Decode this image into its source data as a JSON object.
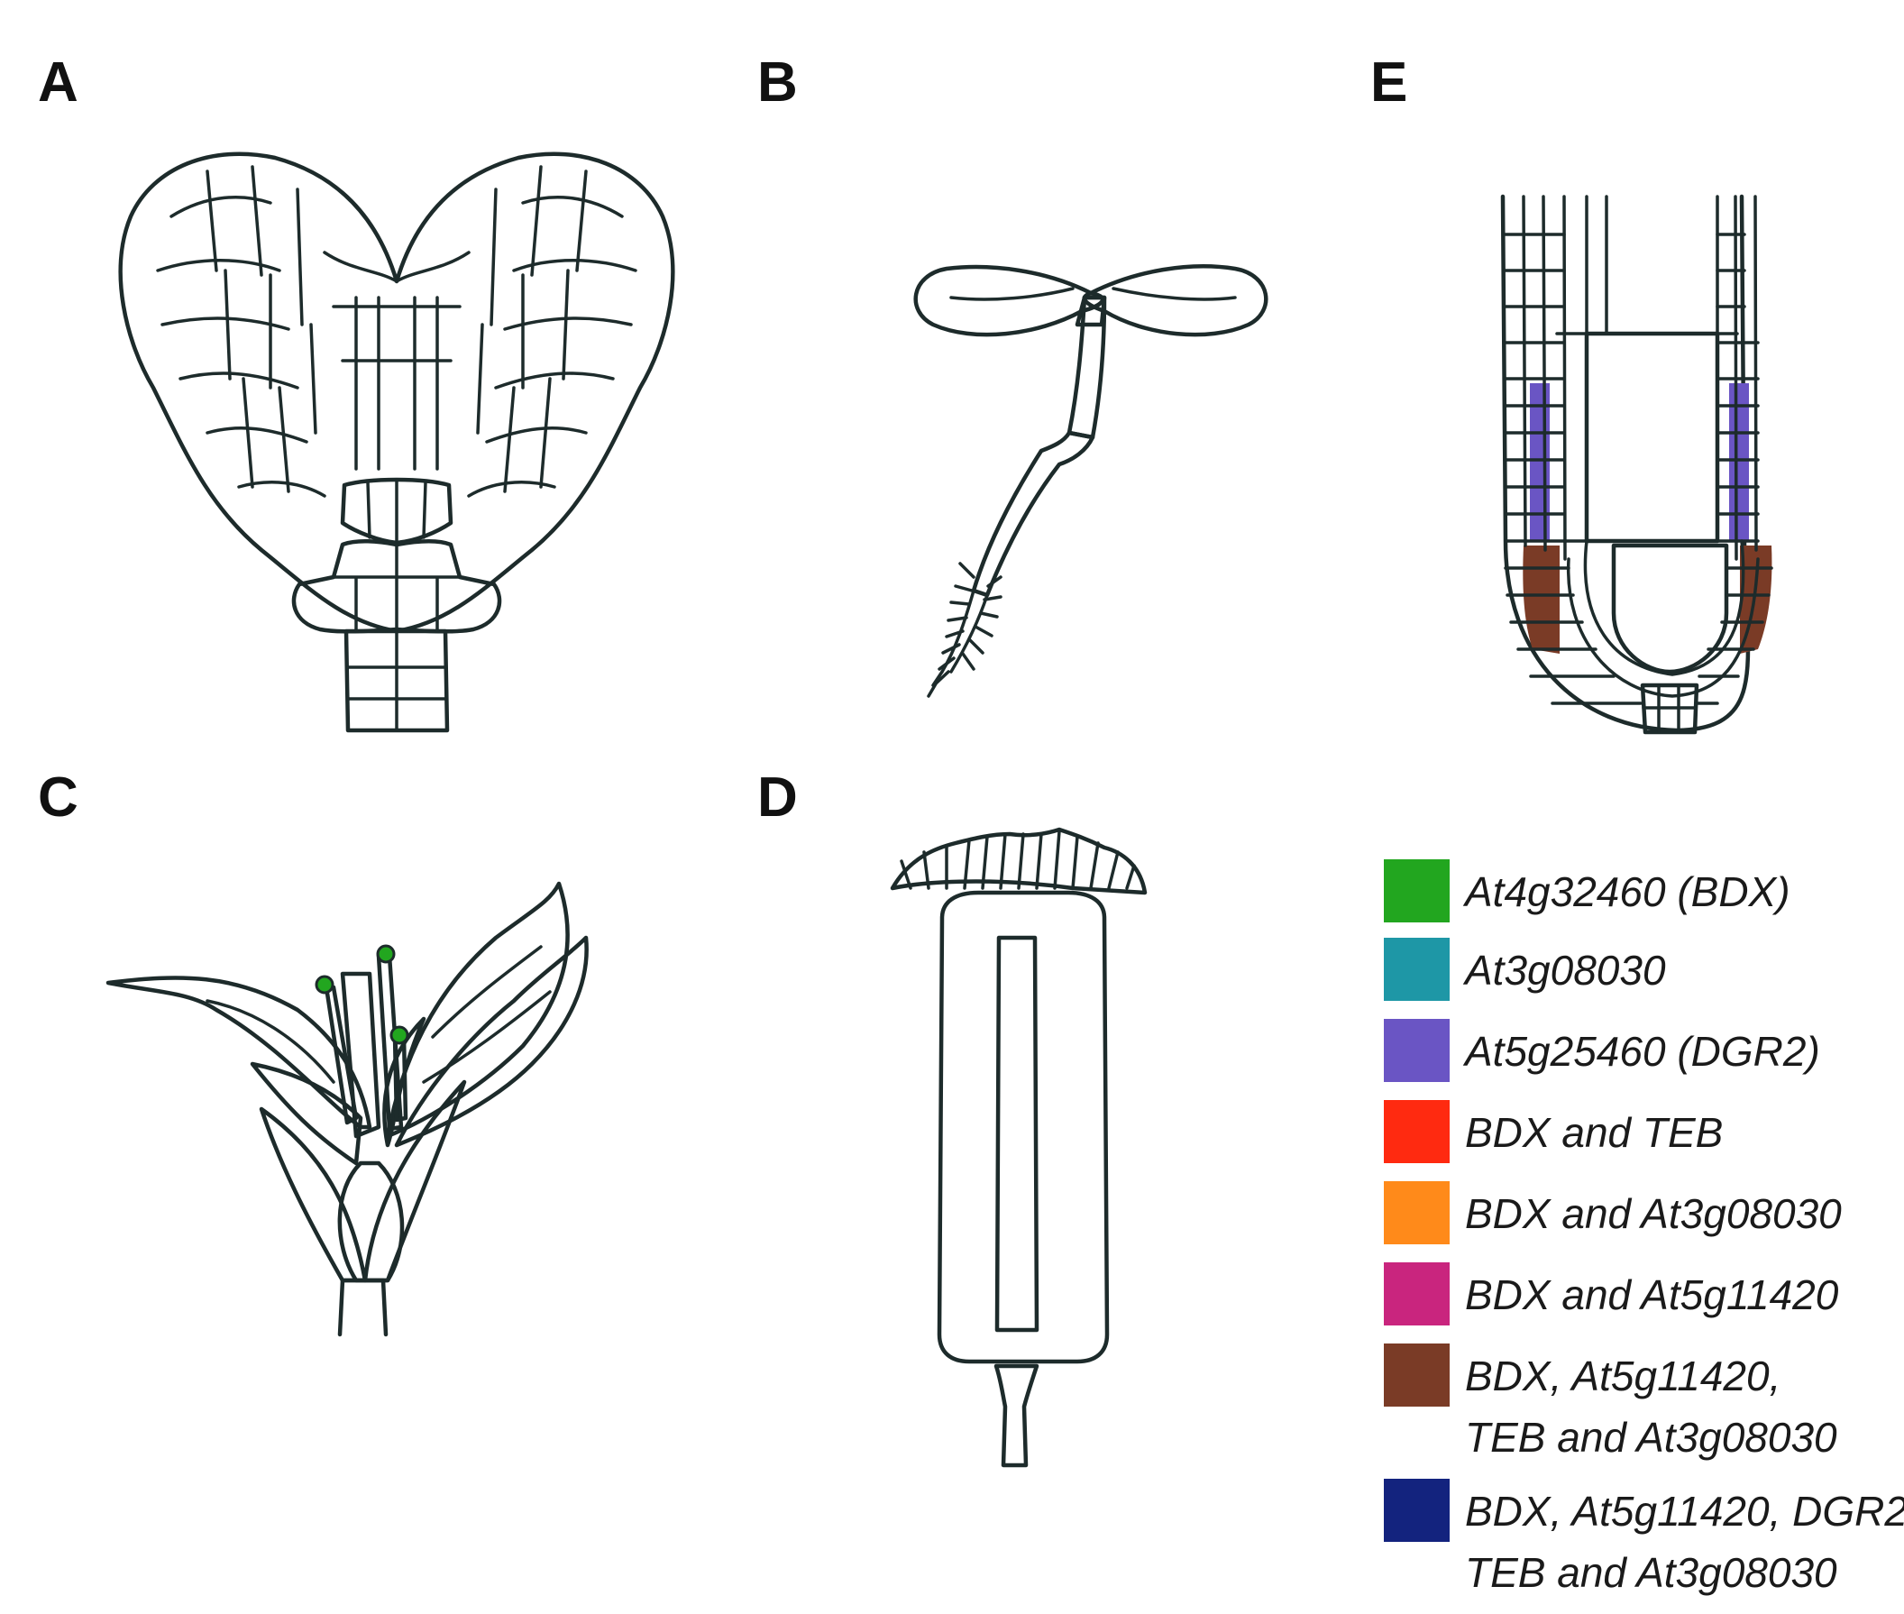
{
  "panels": {
    "a": "A",
    "b": "B",
    "c": "C",
    "d": "D",
    "e": "E"
  },
  "legend": [
    {
      "color": "#22a61f",
      "lines": [
        "At4g32460 (BDX)"
      ]
    },
    {
      "color": "#1e97a6",
      "lines": [
        "At3g08030"
      ]
    },
    {
      "color": "#6a55c4",
      "lines": [
        "At5g25460 (DGR2)"
      ]
    },
    {
      "color": "#ff2a10",
      "lines": [
        "BDX and TEB"
      ]
    },
    {
      "color": "#ff8a1a",
      "lines": [
        "BDX and At3g08030"
      ]
    },
    {
      "color": "#c9257e",
      "lines": [
        "BDX and At5g11420"
      ]
    },
    {
      "color": "#7a3b26",
      "lines": [
        "BDX, At5g11420,",
        "TEB and At3g08030"
      ]
    },
    {
      "color": "#13237e",
      "lines": [
        "BDX, At5g11420, DGR2,",
        "TEB and At3g08030"
      ]
    }
  ],
  "colors": {
    "outline": "#1d2b2b",
    "green": "#22a61f",
    "teal": "#1e97a6",
    "violet": "#6a55c4",
    "red": "#ff2a10",
    "orange": "#ff8a1a",
    "magenta": "#c9257e",
    "brown": "#7a3b26",
    "navy": "#13237e"
  }
}
